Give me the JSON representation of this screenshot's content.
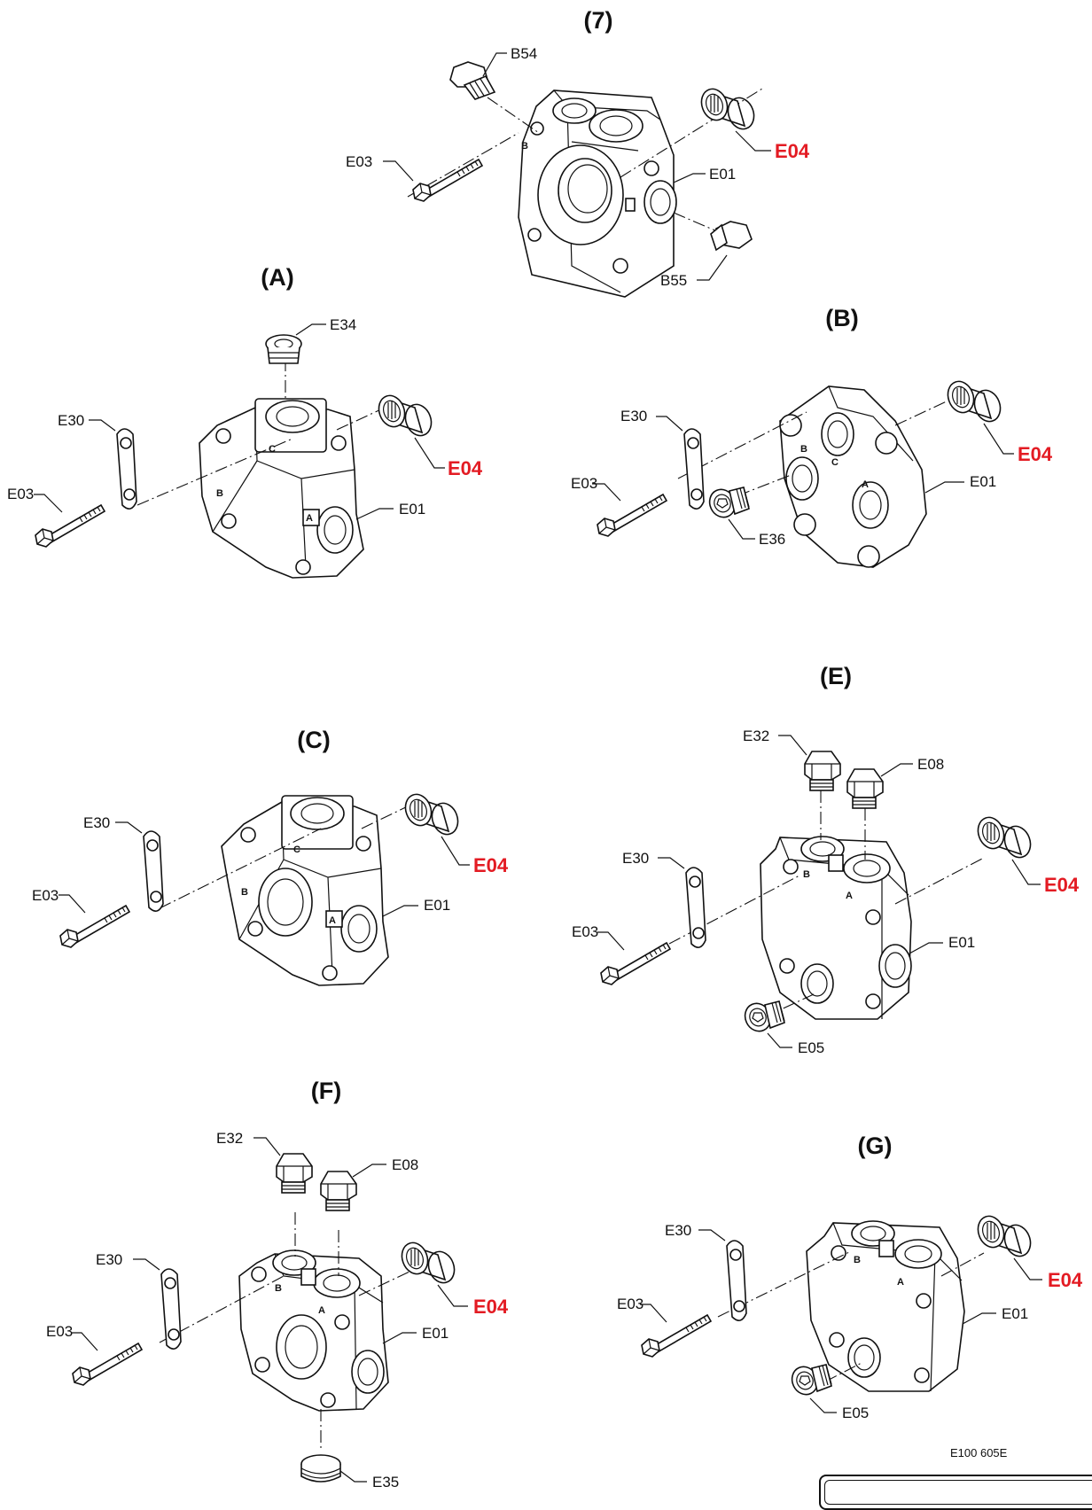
{
  "groups": [
    {
      "id": "7",
      "title": "(7)",
      "labels": {
        "b54": "B54",
        "e03": "E03",
        "e04": "E04",
        "e01": "E01",
        "b55": "B55"
      },
      "ports": [
        "B"
      ]
    },
    {
      "id": "A",
      "title": "(A)",
      "labels": {
        "e34": "E34",
        "e30": "E30",
        "e03": "E03",
        "e04": "E04",
        "e01": "E01"
      },
      "ports": [
        "C",
        "B",
        "A"
      ]
    },
    {
      "id": "B",
      "title": "(B)",
      "labels": {
        "e30": "E30",
        "e03": "E03",
        "e36": "E36",
        "e04": "E04",
        "e01": "E01"
      },
      "ports": [
        "B",
        "C",
        "A"
      ]
    },
    {
      "id": "C",
      "title": "(C)",
      "labels": {
        "e30": "E30",
        "e03": "E03",
        "e04": "E04",
        "e01": "E01"
      },
      "ports": [
        "C",
        "B",
        "A"
      ]
    },
    {
      "id": "E",
      "title": "(E)",
      "labels": {
        "e32": "E32",
        "e08": "E08",
        "e30": "E30",
        "e03": "E03",
        "e04": "E04",
        "e01": "E01",
        "e05": "E05"
      },
      "ports": [
        "B",
        "A"
      ]
    },
    {
      "id": "F",
      "title": "(F)",
      "labels": {
        "e32": "E32",
        "e08": "E08",
        "e30": "E30",
        "e03": "E03",
        "e04": "E04",
        "e01": "E01",
        "e35": "E35"
      },
      "ports": [
        "B",
        "A"
      ]
    },
    {
      "id": "G",
      "title": "(G)",
      "labels": {
        "e30": "E30",
        "e03": "E03",
        "e04": "E04",
        "e01": "E01",
        "e05": "E05"
      },
      "ports": [
        "B",
        "A"
      ]
    }
  ],
  "reference_code": "E100 605E",
  "colors": {
    "highlight": "#e31b23",
    "ink": "#111111"
  }
}
